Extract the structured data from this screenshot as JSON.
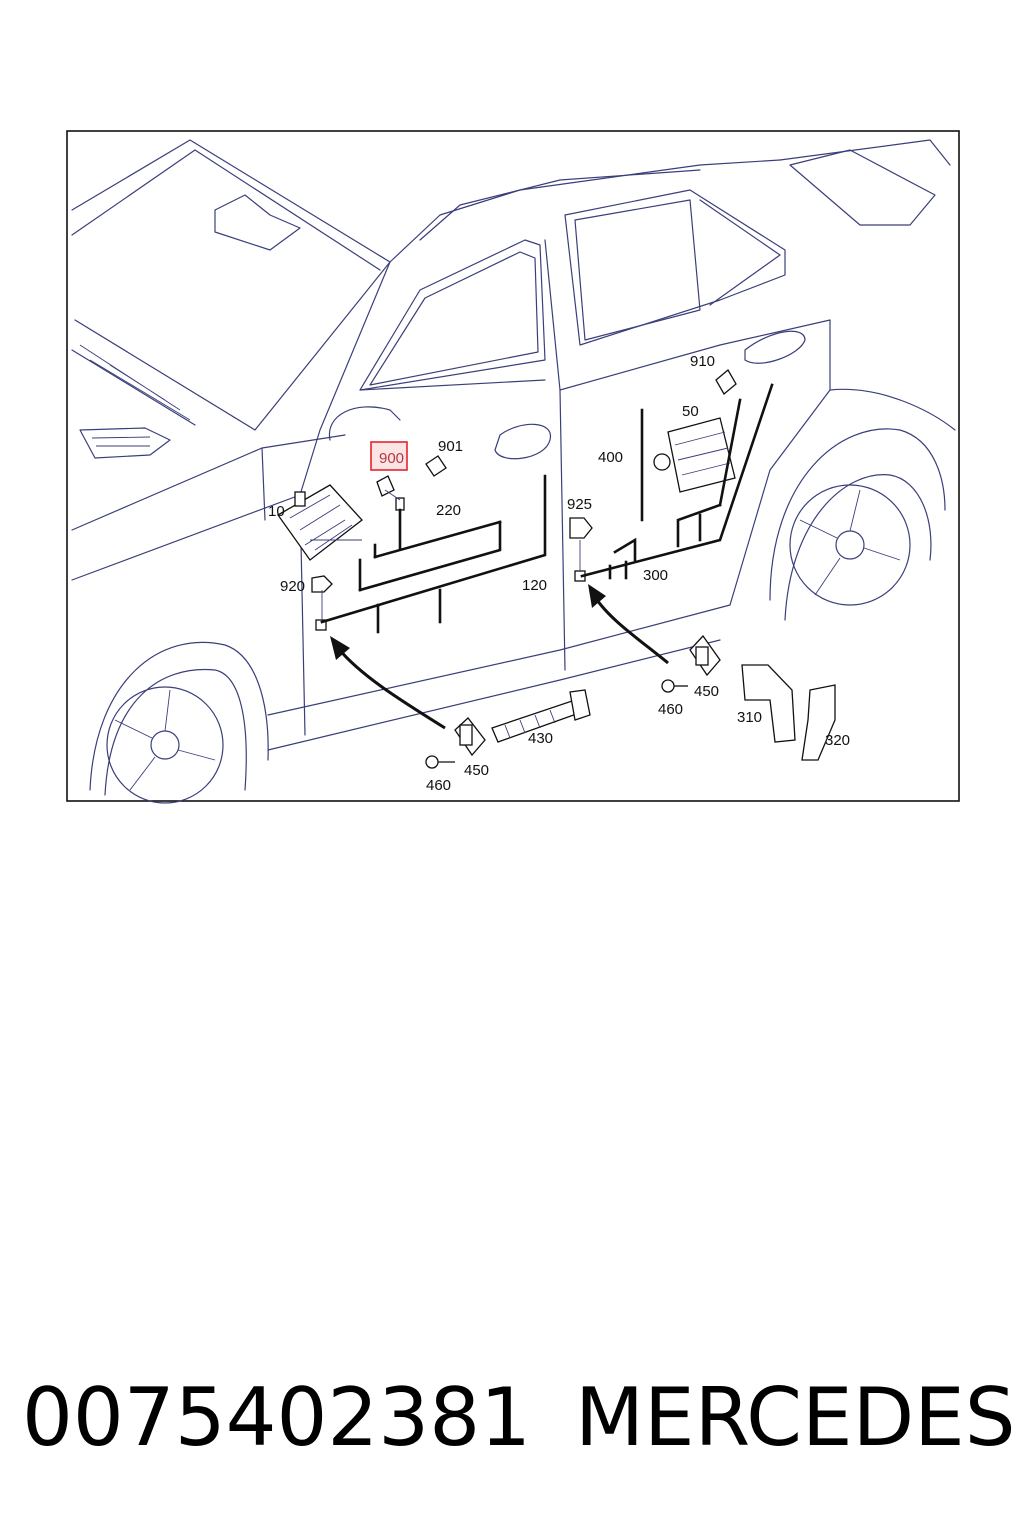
{
  "colors": {
    "outline": "#3a3f7a",
    "wire": "#111111",
    "highlight": "#e0262c",
    "highlight_fill": "#fde4e4"
  },
  "callouts": {
    "c10": "10",
    "c50": "50",
    "c120": "120",
    "c220": "220",
    "c300": "300",
    "c310": "310",
    "c320": "320",
    "c400": "400",
    "c430": "430",
    "c450a": "450",
    "c450b": "450",
    "c460a": "460",
    "c460b": "460",
    "c900": "900",
    "c901": "901",
    "c910": "910",
    "c920": "920",
    "c925": "925"
  },
  "footer": {
    "part_number": "0075402381",
    "brand": "MERCEDES"
  }
}
